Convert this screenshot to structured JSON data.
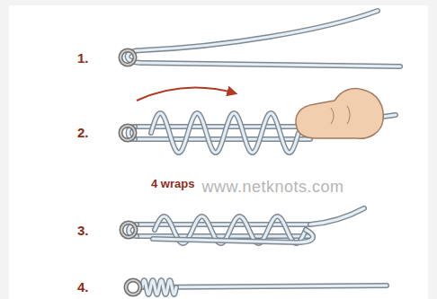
{
  "diagram": {
    "labels": [
      "1.",
      "2.",
      "3.",
      "4.",
      "4 wraps",
      "www.netknots.com"
    ]
  }
}
